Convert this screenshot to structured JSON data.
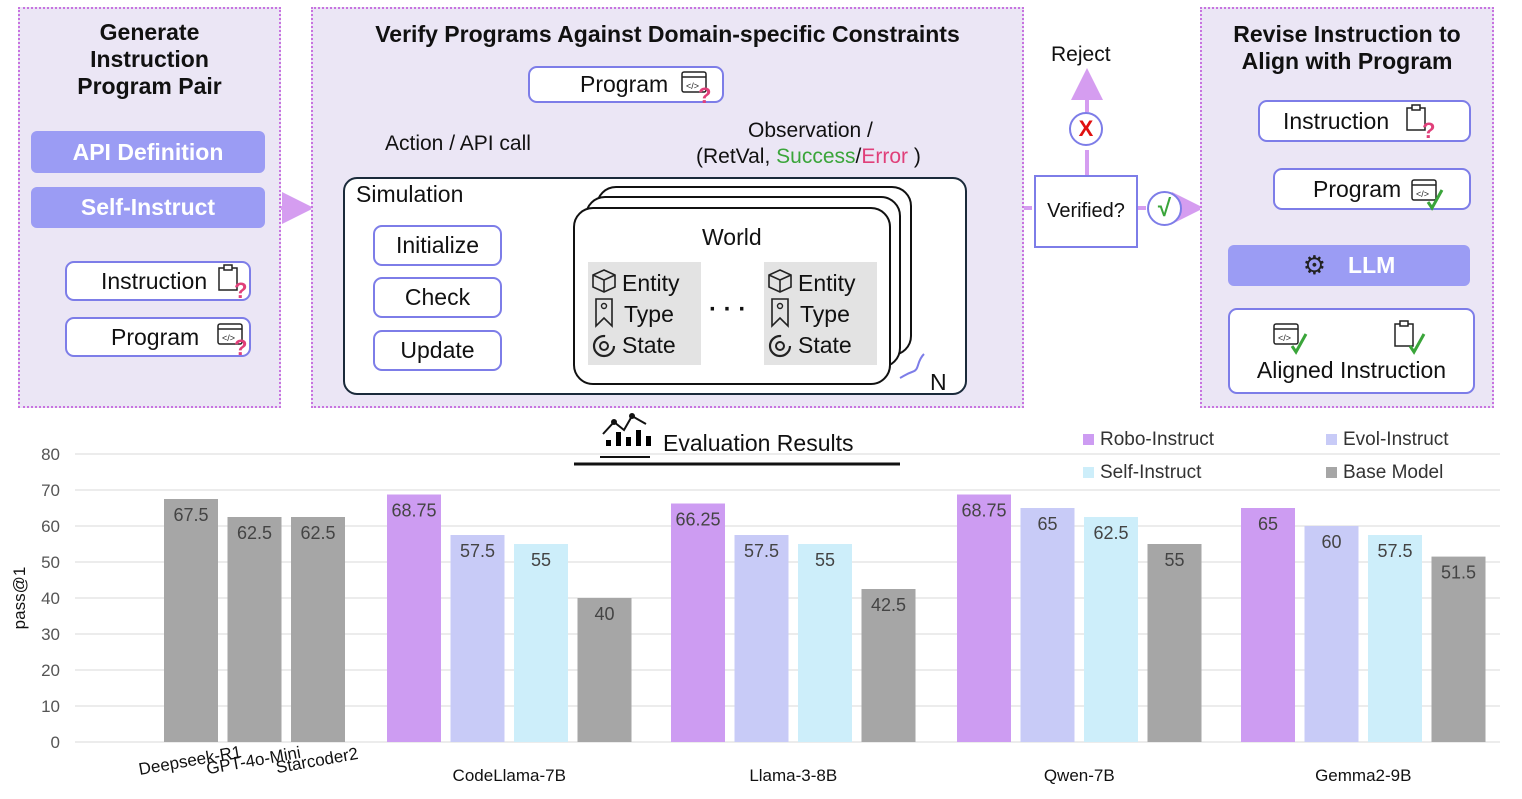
{
  "diagram": {
    "generate": {
      "title_lines": [
        "Generate",
        "Instruction",
        "Program Pair"
      ],
      "api_definition": "API Definition",
      "self_instruct": "Self-Instruct",
      "instruction": "Instruction",
      "program": "Program"
    },
    "verify": {
      "title": "Verify Programs Against Domain-specific Constraints",
      "program": "Program",
      "action_label": "Action / API call",
      "observation_line1": "Observation /",
      "observation_prefix": "(RetVal, ",
      "observation_success": "Success",
      "observation_slash": "/",
      "observation_error": "Error",
      "observation_suffix": " )",
      "simulation": "Simulation",
      "initialize": "Initialize",
      "check": "Check",
      "update": "Update",
      "world": "World",
      "entity": "Entity",
      "type": "Type",
      "state": "State",
      "ellipsis": "· · ·",
      "n_label": "N"
    },
    "decision": {
      "reject": "Reject",
      "verified": "Verified?",
      "reject_symbol": "X",
      "accept_symbol": "√"
    },
    "revise": {
      "title_lines": [
        "Revise Instruction to",
        "Align with Program"
      ],
      "instruction": "Instruction",
      "program": "Program",
      "llm": "LLM",
      "aligned": "Aligned Instruction"
    },
    "colors": {
      "panel_bg": "#ebe6f5",
      "panel_border": "#c873e0",
      "accent_blue": "#9b9cf4",
      "success": "#3aa53a",
      "error": "#e0407a"
    }
  },
  "chart_data": {
    "type": "bar",
    "title": "Evaluation Results",
    "ylabel": "pass@1",
    "ylim": [
      0,
      80
    ],
    "yticks": [
      0,
      10,
      20,
      30,
      40,
      50,
      60,
      70,
      80
    ],
    "legend_position": "top-right",
    "series_colors": {
      "Robo-Instruct": "#cd9cf2",
      "Evol-Instruct": "#c8cbf7",
      "Self-Instruct": "#cdeefa",
      "Base Model": "#a6a6a6"
    },
    "legend": [
      "Robo-Instruct",
      "Evol-Instruct",
      "Self-Instruct",
      "Base Model"
    ],
    "groups": [
      {
        "label": "",
        "bars": [
          {
            "series": "Base Model",
            "value": 67.5,
            "label": "67.5",
            "tick": "Deepseek-R1"
          },
          {
            "series": "Base Model",
            "value": 62.5,
            "label": "62.5",
            "tick": "GPT-4o-Mini"
          },
          {
            "series": "Base Model",
            "value": 62.5,
            "label": "62.5",
            "tick": "Starcoder2"
          }
        ]
      },
      {
        "label": "CodeLlama-7B",
        "bars": [
          {
            "series": "Robo-Instruct",
            "value": 68.75,
            "label": "68.75"
          },
          {
            "series": "Evol-Instruct",
            "value": 57.5,
            "label": "57.5"
          },
          {
            "series": "Self-Instruct",
            "value": 55,
            "label": "55"
          },
          {
            "series": "Base Model",
            "value": 40,
            "label": "40"
          }
        ]
      },
      {
        "label": "Llama-3-8B",
        "bars": [
          {
            "series": "Robo-Instruct",
            "value": 66.25,
            "label": "66.25"
          },
          {
            "series": "Evol-Instruct",
            "value": 57.5,
            "label": "57.5"
          },
          {
            "series": "Self-Instruct",
            "value": 55,
            "label": "55"
          },
          {
            "series": "Base Model",
            "value": 42.5,
            "label": "42.5"
          }
        ]
      },
      {
        "label": "Qwen-7B",
        "bars": [
          {
            "series": "Robo-Instruct",
            "value": 68.75,
            "label": "68.75"
          },
          {
            "series": "Evol-Instruct",
            "value": 65,
            "label": "65"
          },
          {
            "series": "Self-Instruct",
            "value": 62.5,
            "label": "62.5"
          },
          {
            "series": "Base Model",
            "value": 55,
            "label": "55"
          }
        ]
      },
      {
        "label": "Gemma2-9B",
        "bars": [
          {
            "series": "Robo-Instruct",
            "value": 65,
            "label": "65"
          },
          {
            "series": "Evol-Instruct",
            "value": 60,
            "label": "60"
          },
          {
            "series": "Self-Instruct",
            "value": 57.5,
            "label": "57.5"
          },
          {
            "series": "Base Model",
            "value": 51.5,
            "label": "51.5"
          }
        ]
      }
    ]
  }
}
